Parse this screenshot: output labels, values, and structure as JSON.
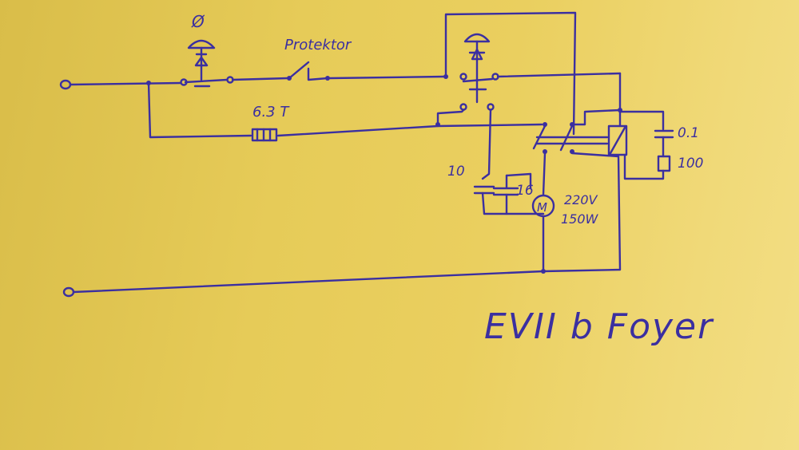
{
  "labels": {
    "phi": "Ø",
    "protector": "Protektor",
    "fuse": "6.3 T",
    "cap_left": "10",
    "cap_mid": "16",
    "motor_letter": "M",
    "motor_voltage": "220V",
    "motor_power": "150W",
    "snubber_cap": "0.1",
    "snubber_res": "100",
    "title": "EVII b Foyer"
  },
  "colors": {
    "ink": "#3b2fa0",
    "paper": "#e6cb58"
  }
}
